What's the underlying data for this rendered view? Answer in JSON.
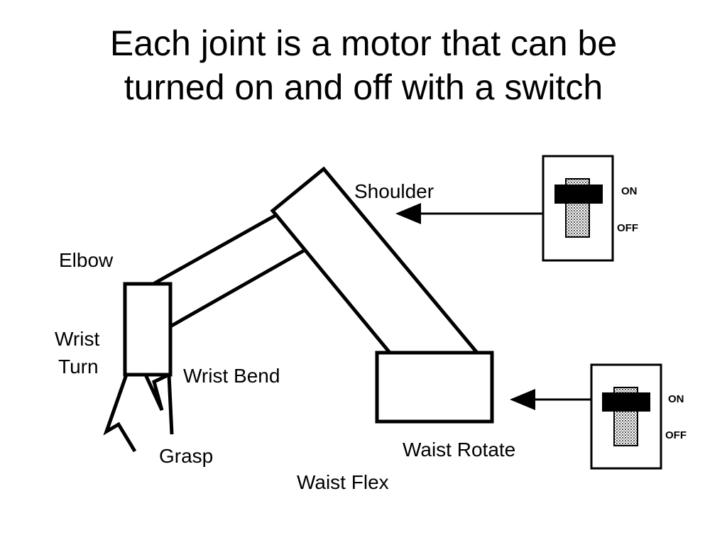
{
  "title": {
    "line1": "Each joint is a motor that can be",
    "line2": "turned on and off with a switch"
  },
  "labels": {
    "shoulder": "Shoulder",
    "elbow": "Elbow",
    "wrist_turn_1": "Wrist",
    "wrist_turn_2": "Turn",
    "wrist_bend": "Wrist Bend",
    "grasp": "Grasp",
    "waist_rotate": "Waist Rotate",
    "waist_flex": "Waist Flex"
  },
  "switches": [
    {
      "on_label": "ON",
      "off_label": "OFF"
    },
    {
      "on_label": "ON",
      "off_label": "OFF"
    }
  ]
}
